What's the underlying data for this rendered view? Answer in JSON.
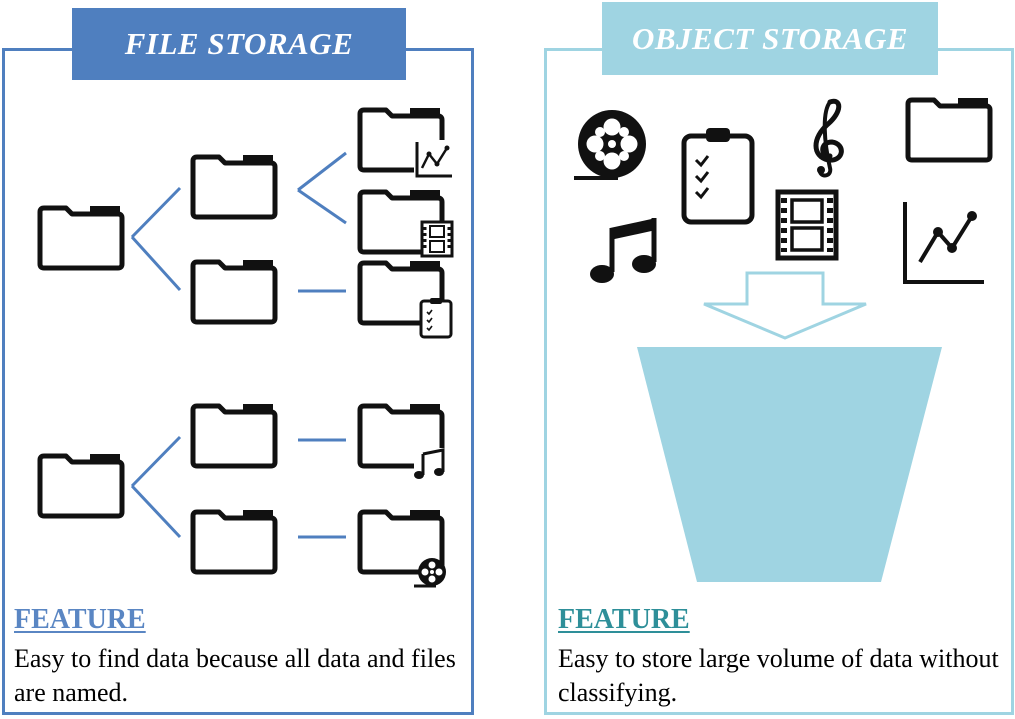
{
  "file_storage": {
    "title": "FILE STORAGE",
    "feature_label": "FEATURE",
    "feature_text": "Easy to find data because all data and files are named."
  },
  "object_storage": {
    "title": "OBJECT STORAGE",
    "feature_label": "FEATURE",
    "feature_text": "Easy to store large volume of data without classifying."
  },
  "colors": {
    "file_accent": "#4f7fbf",
    "object_accent": "#9fd4e2",
    "bucket": "#9fd4e2"
  },
  "icons": {
    "file_tree": [
      "folder-icon",
      "chart-icon",
      "film-strip-icon",
      "clipboard-icon",
      "music-note-icon",
      "film-reel-icon"
    ],
    "object_pool": [
      "film-reel-icon",
      "clipboard-icon",
      "treble-clef-icon",
      "folder-icon",
      "music-note-icon",
      "film-strip-icon",
      "chart-icon"
    ]
  }
}
